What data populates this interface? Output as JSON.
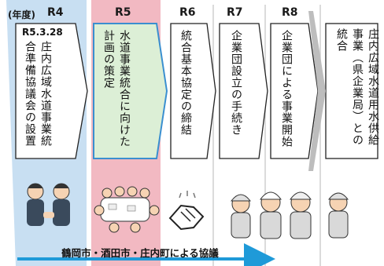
{
  "header": {
    "year_label": "(年度)",
    "columns": [
      "R4",
      "R5",
      "R6",
      "R7",
      "R8"
    ]
  },
  "steps": [
    {
      "date": "R5.3.28",
      "text": "庄内広域水道事業統合準備協議会の設置"
    },
    {
      "text": "水道事業統合に向けた計画の策定"
    },
    {
      "text": "統合基本協定の締結"
    },
    {
      "text": "企業団設立の手続き"
    },
    {
      "text": "企業団による事業開始"
    },
    {
      "text": "庄内広域水道用水供給事業（県企業局）との統合"
    }
  ],
  "footer": {
    "text": "鶴岡市・酒田市・庄内町による協議"
  },
  "colors": {
    "r4_band": "#c8dff2",
    "r5_band": "#f2b9c2",
    "step2_fill": "#dcefd6",
    "step2_border": "#3a8fd0",
    "arrow": "#1f9ad8"
  },
  "illustrations": [
    "officials-handshake",
    "meeting-table",
    "handshake-icon",
    "workers-group"
  ]
}
